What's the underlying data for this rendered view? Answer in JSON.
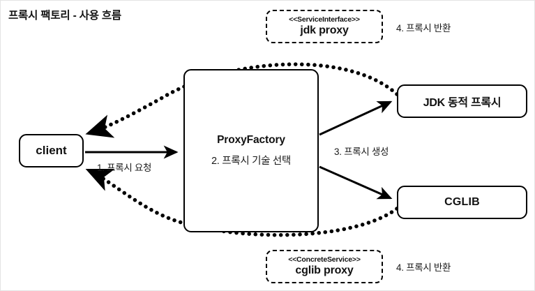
{
  "title": "프록시 팩토리 - 사용 흐름",
  "theme": {
    "background": "#ffffff",
    "stroke": "#000000",
    "text": "#111111",
    "frame_border": "#e3e3e3"
  },
  "nodes": {
    "client": {
      "label": "client",
      "shape": "rounded-rect",
      "style": "solid"
    },
    "proxy_factory": {
      "title": "ProxyFactory",
      "subtitle": "2. 프록시 기술 선택",
      "shape": "rounded-rect",
      "style": "solid"
    },
    "jdk_dynamic_proxy": {
      "label": "JDK 동적 프록시",
      "shape": "rounded-rect",
      "style": "solid"
    },
    "cglib": {
      "label": "CGLIB",
      "shape": "rounded-rect",
      "style": "solid"
    },
    "jdk_proxy_stereotype": {
      "stereotype": "<<ServiceInterface>>",
      "label": "jdk proxy",
      "shape": "rounded-rect",
      "style": "dashed"
    },
    "cglib_proxy_stereotype": {
      "stereotype": "<<ConcreteService>>",
      "label": "cglib proxy",
      "shape": "rounded-rect",
      "style": "dashed"
    }
  },
  "edges": {
    "client_to_factory": {
      "label": "1. 프록시 요청",
      "style": "solid",
      "arrow": "end"
    },
    "factory_to_proxies": {
      "label": "3. 프록시 생성",
      "style": "solid",
      "arrow": "end"
    },
    "jdk_back_to_client": {
      "label": "4. 프록시 반환",
      "style": "dotted",
      "arrow": "end"
    },
    "cglib_back_to_client": {
      "label": "4. 프록시 반환",
      "style": "dotted",
      "arrow": "end"
    }
  }
}
